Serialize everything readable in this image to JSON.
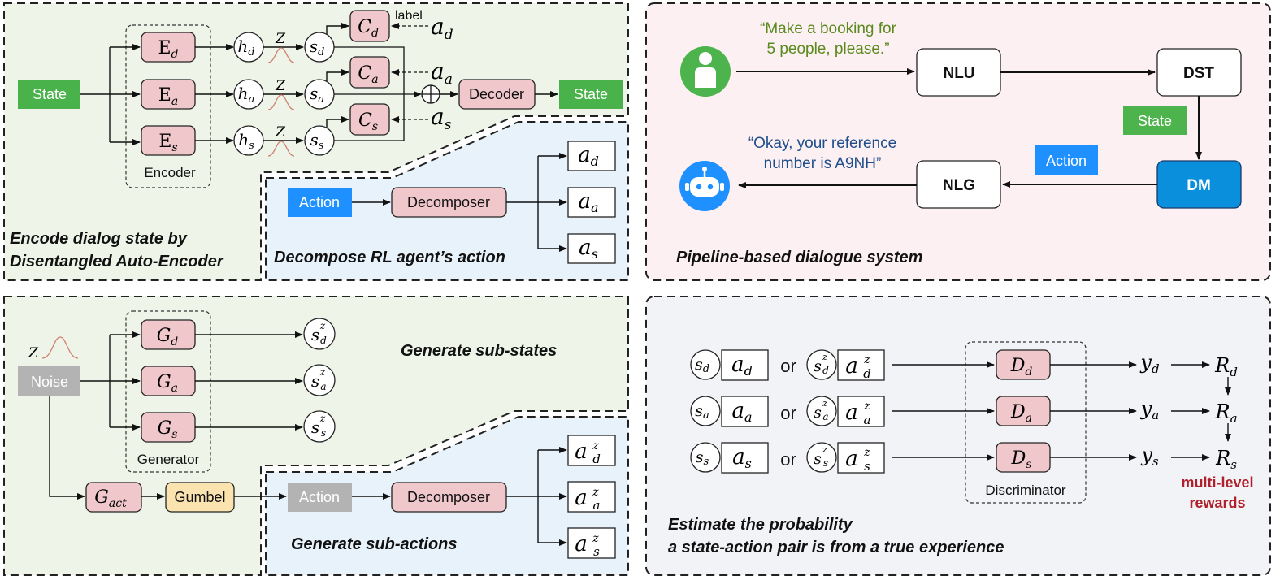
{
  "panels": {
    "encode": {
      "caption_line1": "Encode dialog state by",
      "caption_line2": "Disentangled Auto-Encoder",
      "decompose_caption": "Decompose RL agent’s action"
    },
    "pipeline": {
      "caption": "Pipeline-based dialogue system"
    },
    "generate": {
      "substates_caption": "Generate sub-states",
      "subactions_caption": "Generate sub-actions"
    },
    "estimate": {
      "caption_line1": "Estimate the probability",
      "caption_line2": "a state-action pair is from a true experience"
    }
  },
  "encoder": {
    "input_label": "State",
    "output_label": "State",
    "group_label": "Encoder",
    "decoder_label": "Decoder",
    "label_text": "label",
    "z_symbol": "Z",
    "combine_symbol": "⊕",
    "rows": [
      {
        "enc": "E",
        "sub": "d",
        "h": "h",
        "s": "s",
        "c": "C",
        "a": "a"
      },
      {
        "enc": "E",
        "sub": "a",
        "h": "h",
        "s": "s",
        "c": "C",
        "a": "a"
      },
      {
        "enc": "E",
        "sub": "s",
        "h": "h",
        "s": "s",
        "c": "C",
        "a": "a"
      }
    ]
  },
  "decompose": {
    "action_label": "Action",
    "decomposer_label": "Decomposer",
    "outputs": [
      {
        "a": "a",
        "sub": "d"
      },
      {
        "a": "a",
        "sub": "a"
      },
      {
        "a": "a",
        "sub": "s"
      }
    ]
  },
  "pipeline": {
    "user_quote_line1": "“Make a booking for",
    "user_quote_line2": "5 people, please.”",
    "bot_quote_line1": "“Okay, your reference",
    "bot_quote_line2": "number is A9NH”",
    "nlu": "NLU",
    "dst": "DST",
    "dm": "DM",
    "nlg": "NLG",
    "state_tag": "State",
    "action_tag": "Action",
    "colors": {
      "green_text": "#5a8a1e",
      "blue_text": "#1f4e8c",
      "dm_fill": "#0a8fdc",
      "tag_green": "#4db34d",
      "tag_blue": "#1e90ff"
    }
  },
  "generator": {
    "z_symbol": "Z",
    "noise_label": "Noise",
    "group_label": "Generator",
    "rows": [
      {
        "g": "G",
        "sub": "d"
      },
      {
        "g": "G",
        "sub": "a"
      },
      {
        "g": "G",
        "sub": "s"
      }
    ],
    "s_sup": "z",
    "gact": "G",
    "gact_sub": "act",
    "gumbel_label": "Gumbel",
    "action_label": "Action",
    "decomposer_label": "Decomposer",
    "outputs_sub": [
      "d",
      "a",
      "s"
    ]
  },
  "discriminator": {
    "or_label": "or",
    "group_label": "Discriminator",
    "rows": [
      {
        "sub": "d"
      },
      {
        "sub": "a"
      },
      {
        "sub": "s"
      }
    ],
    "y": "y",
    "r": "R",
    "z_sup": "z",
    "rewards_line1": "multi-level",
    "rewards_line2": "rewards"
  },
  "colors": {
    "green_panel": "#eef5e8",
    "pink_panel": "#fcf0f2",
    "gray_panel": "#f2f3f7",
    "blue_panel": "#e8f2fb",
    "pink_box": "#f0c8cc",
    "green_box": "#49b24a",
    "gray_box": "#b3b3b3",
    "blue_box": "#1e90ff",
    "gumbel_box": "#fbe3b0",
    "rewards_red": "#b0202a"
  }
}
